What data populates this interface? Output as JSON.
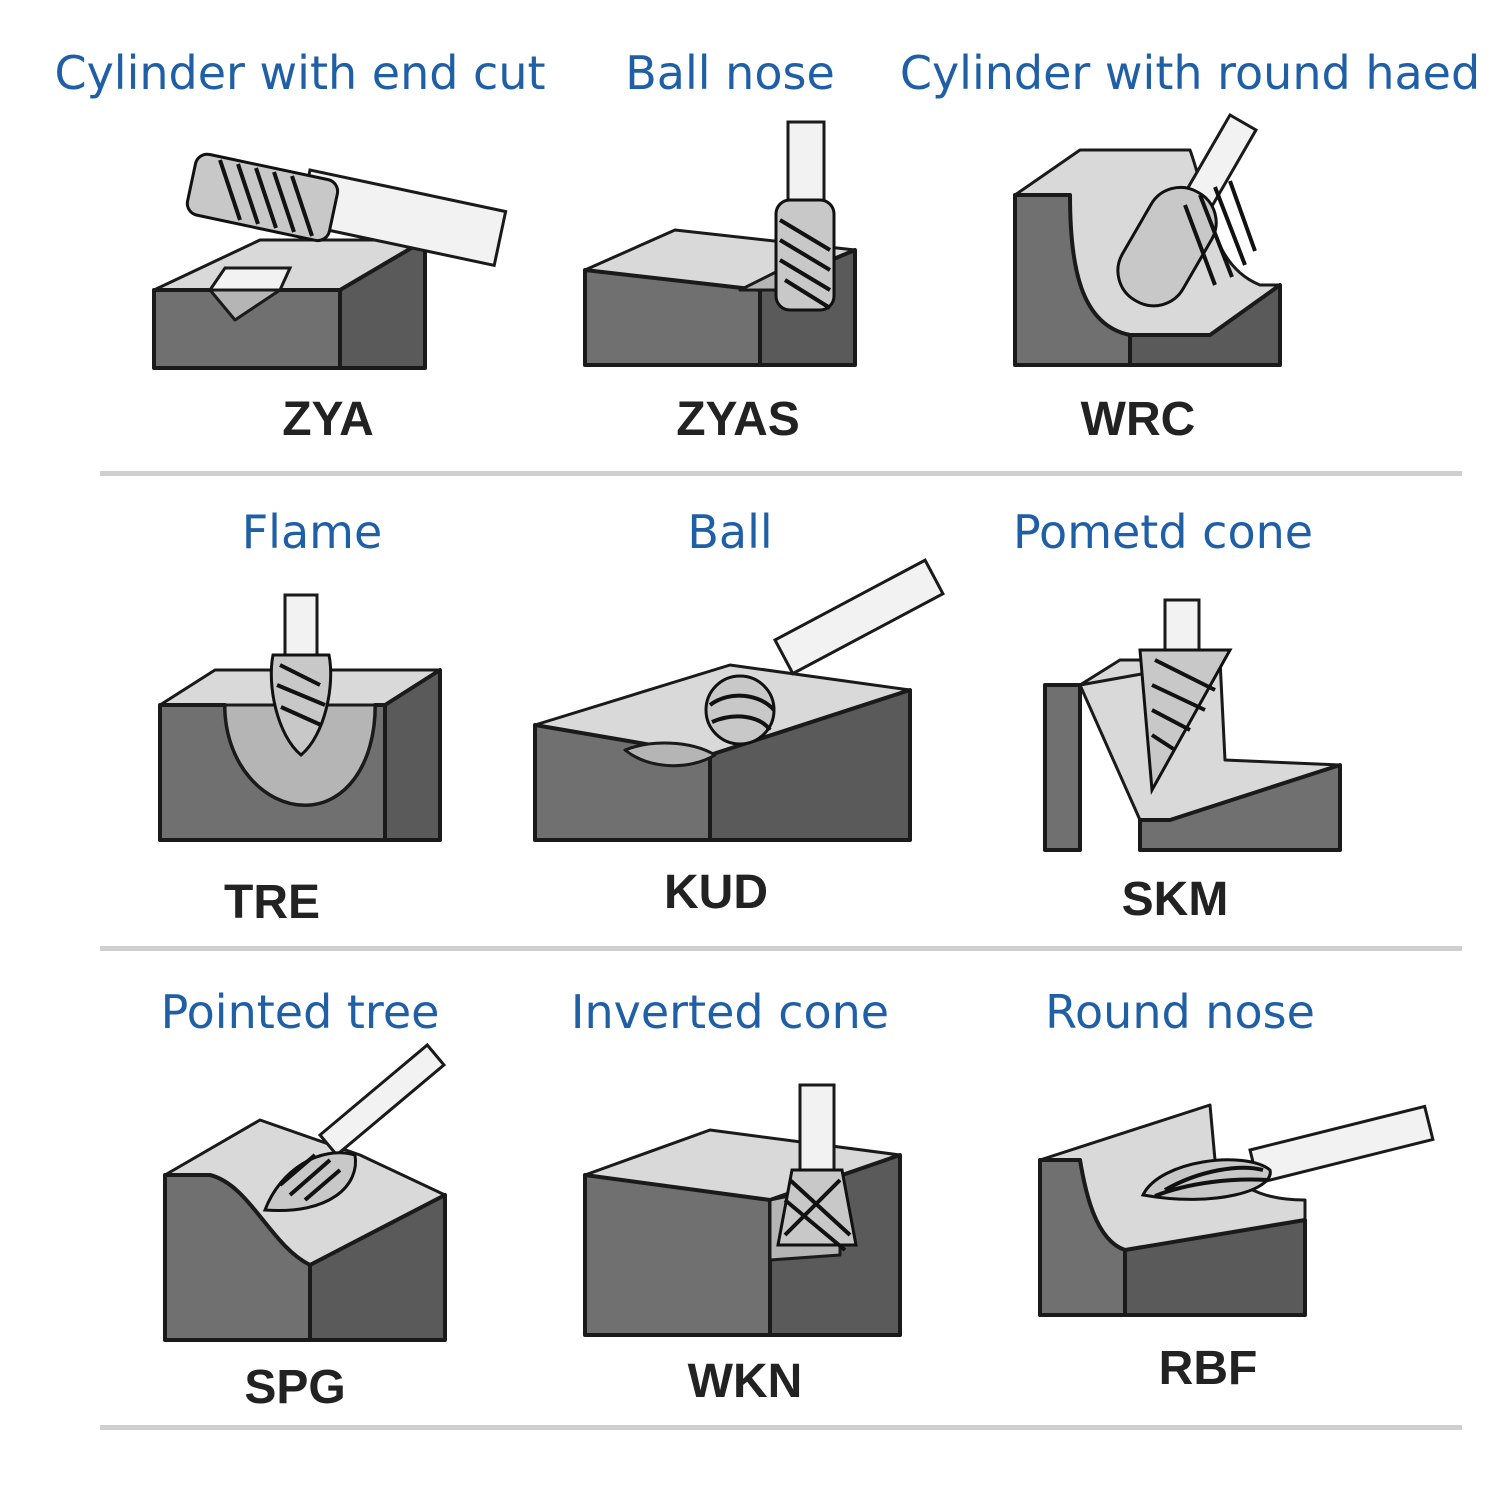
{
  "colors": {
    "title": "#1f5fa6",
    "code": "#222222",
    "divider": "#cfcfcf",
    "steel": "#707070"
  },
  "burrs": [
    {
      "shape": "Cylinder with end cut",
      "code": "ZYA"
    },
    {
      "shape": "Ball nose",
      "code": "ZYAS"
    },
    {
      "shape": "Cylinder with round haed",
      "code": "WRC"
    },
    {
      "shape": "Flame",
      "code": "TRE"
    },
    {
      "shape": "Ball",
      "code": "KUD"
    },
    {
      "shape": "Pometd cone",
      "code": "SKM"
    },
    {
      "shape": "Pointed tree",
      "code": "SPG"
    },
    {
      "shape": "Inverted cone",
      "code": "WKN"
    },
    {
      "shape": "Round nose",
      "code": "RBF"
    }
  ]
}
